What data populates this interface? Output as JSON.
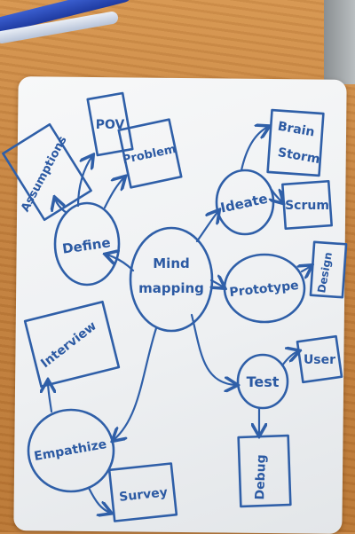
{
  "photo": {
    "subject": "whiteboard",
    "ink_color": "#2f5fa8",
    "central_node": "Mind mapping",
    "nodes": {
      "define": "Define",
      "ideate": "Ideate",
      "prototype": "Prototype",
      "test": "Test",
      "empathize": "Empathize"
    },
    "leaves": {
      "assumptions": "Assumptions",
      "pov": "POV",
      "problem": "Problem",
      "brainstorm_line1": "Brain",
      "brainstorm_line2": "Storm",
      "scrum": "Scrum",
      "design": "Design",
      "user": "User",
      "debug": "Debug",
      "interview": "Interview",
      "survey": "Survey"
    }
  }
}
